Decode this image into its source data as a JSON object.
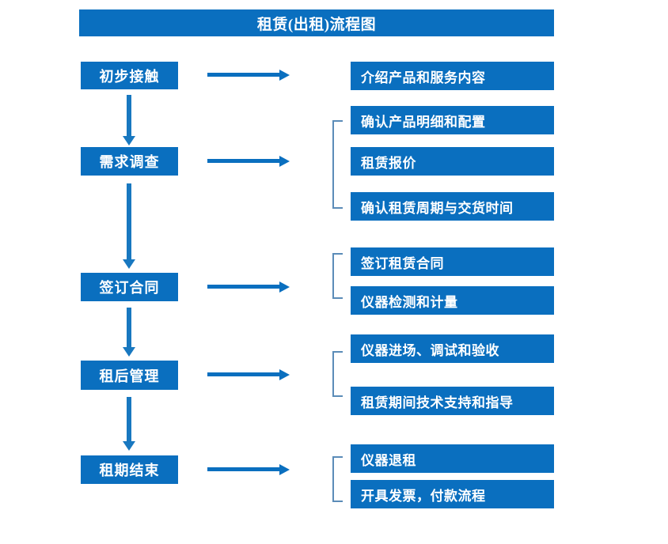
{
  "chart": {
    "title": "租赁(出租)流程图",
    "type": "flowchart",
    "colors": {
      "box_fill": "#0A6FBF",
      "box_text": "#FFFFFF",
      "arrow": "#0A6FBF",
      "vertical_arrow": "#1878C0",
      "bracket": "#5B8CB8",
      "background": "#FFFFFF"
    }
  },
  "stages": [
    {
      "id": "stage-1",
      "label": "初步接触"
    },
    {
      "id": "stage-2",
      "label": "需求调查"
    },
    {
      "id": "stage-3",
      "label": "签订合同"
    },
    {
      "id": "stage-4",
      "label": "租后管理"
    },
    {
      "id": "stage-5",
      "label": "租期结束"
    }
  ],
  "details": [
    {
      "id": "detail-1-1",
      "label": "介绍产品和服务内容"
    },
    {
      "id": "detail-2-1",
      "label": "确认产品明细和配置"
    },
    {
      "id": "detail-2-2",
      "label": "租赁报价"
    },
    {
      "id": "detail-2-3",
      "label": "确认租赁周期与交货时间"
    },
    {
      "id": "detail-3-1",
      "label": "签订租赁合同"
    },
    {
      "id": "detail-3-2",
      "label": "仪器检测和计量"
    },
    {
      "id": "detail-4-1",
      "label": "仪器进场、调试和验收"
    },
    {
      "id": "detail-4-2",
      "label": "租赁期间技术支持和指导"
    },
    {
      "id": "detail-5-1",
      "label": "仪器退租"
    },
    {
      "id": "detail-5-2",
      "label": "开具发票，付款流程"
    }
  ],
  "groups": [
    {
      "id": "group-2",
      "stage": "需求调查",
      "members": [
        "确认产品明细和配置",
        "租赁报价",
        "确认租赁周期与交货时间"
      ]
    },
    {
      "id": "group-3",
      "stage": "签订合同",
      "members": [
        "签订租赁合同",
        "仪器检测和计量"
      ]
    },
    {
      "id": "group-4",
      "stage": "租后管理",
      "members": [
        "仪器进场、调试和验收",
        "租赁期间技术支持和指导"
      ]
    },
    {
      "id": "group-5",
      "stage": "租期结束",
      "members": [
        "仪器退租",
        "开具发票，付款流程"
      ]
    }
  ],
  "flow_connections": [
    {
      "from": "初步接触",
      "to": "需求调查",
      "direction": "down"
    },
    {
      "from": "需求调查",
      "to": "签订合同",
      "direction": "down"
    },
    {
      "from": "签订合同",
      "to": "租后管理",
      "direction": "down"
    },
    {
      "from": "租后管理",
      "to": "租期结束",
      "direction": "down"
    },
    {
      "from": "初步接触",
      "to": "介绍产品和服务内容",
      "direction": "right"
    },
    {
      "from": "需求调查",
      "to": "group-2",
      "direction": "right"
    },
    {
      "from": "签订合同",
      "to": "group-3",
      "direction": "right"
    },
    {
      "from": "租后管理",
      "to": "group-4",
      "direction": "right"
    },
    {
      "from": "租期结束",
      "to": "group-5",
      "direction": "right"
    }
  ]
}
